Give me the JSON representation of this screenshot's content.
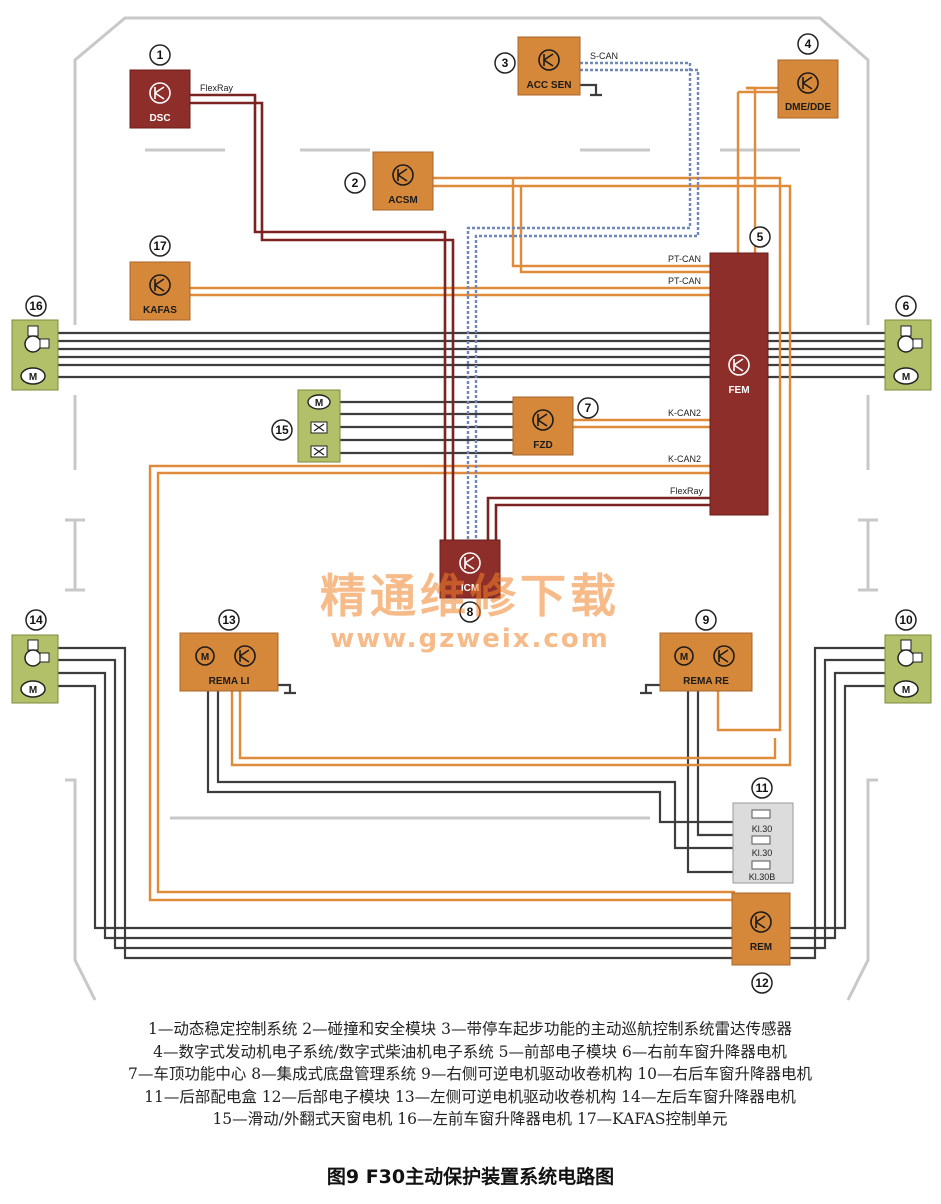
{
  "modules": {
    "dsc": {
      "label": "DSC",
      "number": "1"
    },
    "acsm": {
      "label": "ACSM",
      "number": "2"
    },
    "acc_sen": {
      "label": "ACC SEN",
      "number": "3"
    },
    "dme": {
      "label": "DME/DDE",
      "number": "4"
    },
    "fem": {
      "label": "FEM",
      "number": "5"
    },
    "right_front_window": {
      "number": "6"
    },
    "fzd": {
      "label": "FZD",
      "number": "7"
    },
    "icm": {
      "label": "ICM",
      "number": "8"
    },
    "rema_re": {
      "label": "REMA RE",
      "number": "9"
    },
    "right_rear_window": {
      "number": "10"
    },
    "distribution_box": {
      "number": "11"
    },
    "rem": {
      "label": "REM",
      "number": "12"
    },
    "rema_li": {
      "label": "REMA LI",
      "number": "13"
    },
    "left_rear_window": {
      "number": "14"
    },
    "sunroof_motor": {
      "number": "15"
    },
    "left_front_window": {
      "number": "16"
    },
    "kafas": {
      "label": "KAFAS",
      "number": "17"
    }
  },
  "buses": {
    "flexray_dsc": "FlexRay",
    "s_can": "S-CAN",
    "pt_can_1": "PT-CAN",
    "pt_can_2": "PT-CAN",
    "k_can2_1": "K-CAN2",
    "k_can2_2": "K-CAN2",
    "flexray_fem": "FlexRay"
  },
  "fuses": [
    "Kl.30",
    "Kl.30",
    "Kl.30B"
  ],
  "motor_symbol": "M",
  "legend": [
    "1—动态稳定控制系统 2—碰撞和安全模块 3—带停车起步功能的主动巡航控制系统雷达传感器",
    "4—数字式发动机电子系统/数字式柴油机电子系统 5—前部电子模块 6—右前车窗升降器电机",
    "7—车顶功能中心 8—集成式底盘管理系统 9—右侧可逆电机驱动收卷机构 10—右后车窗升降器电机",
    "11—后部配电盒 12—后部电子模块 13—左侧可逆电机驱动收卷机构 14—左后车窗升降器电机",
    "15—滑动/外翻式天窗电机 16—左前车窗升降器电机 17—KAFAS控制单元"
  ],
  "caption": "图9 F30主动保护装置系统电路图",
  "watermark": {
    "title": "精通维修下载",
    "url": "www.gzweix.com"
  },
  "colors": {
    "orange_module": "#d6883a",
    "red_module": "#8e2e2a",
    "orange_wire": "#e08a3c",
    "red_wire": "#7a2320",
    "blue_wire": "#6f86b8",
    "dark_wire": "#4a4a4a",
    "green_motor": "#b3c06a"
  }
}
